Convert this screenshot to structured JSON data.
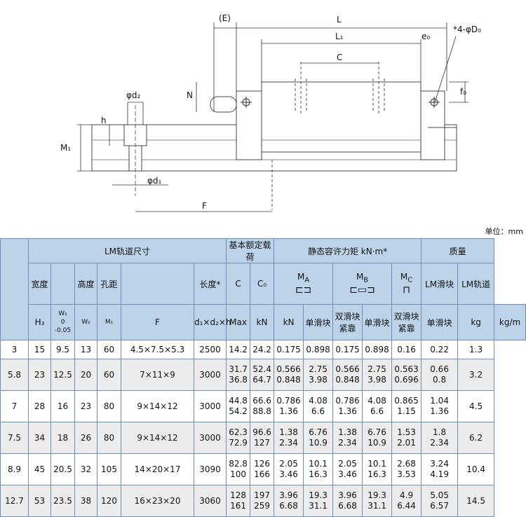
{
  "drawing": {
    "labels": {
      "E": "(E)",
      "L": "L",
      "L1": "L₁",
      "e0": "e₀",
      "holes": "*4-φD₀",
      "C": "C",
      "d2": "φd₂",
      "N": "N",
      "f0": "f₀",
      "h": "h",
      "M1": "M₁",
      "d1": "φd₁",
      "F": "F"
    }
  },
  "unit": "单位：mm",
  "table": {
    "group_rail": "LM轨道尺寸",
    "group_load": "基本额定载荷",
    "group_moment": "静态容许力矩 kN·m*",
    "group_mass": "质量",
    "lbl_width": "宽度",
    "lbl_height": "高度",
    "lbl_pitch": "孔距",
    "lbl_length": "长度*",
    "lbl_C": "C",
    "lbl_C0": "C₀",
    "lbl_MA": "M",
    "lbl_MA_sub": "A",
    "lbl_MB": "M",
    "lbl_MB_sub": "B",
    "lbl_MC": "M",
    "lbl_MC_sub": "C",
    "lbl_lm_block": "LM滑块",
    "lbl_lm_rail": "LM轨道",
    "lbl_H3": "H₃",
    "lbl_W1": "W₁",
    "lbl_W1_tol_a": "0",
    "lbl_W1_tol_b": "-0.05",
    "lbl_W2": "W₂",
    "lbl_M1": "M₁",
    "lbl_F": "F",
    "lbl_d": "d₁×d₂×h",
    "lbl_max": "Max",
    "lbl_kN_1": "kN",
    "lbl_kN_2": "kN",
    "lbl_single_1": "单滑块",
    "lbl_double_1a": "双滑块",
    "lbl_double_1b": "紧靠",
    "lbl_single_2": "单滑块",
    "lbl_double_2a": "双滑块",
    "lbl_double_2b": "紧靠",
    "lbl_single_3": "单滑块",
    "lbl_kg": "kg",
    "lbl_kgm": "kg/m",
    "rows": [
      {
        "H3": "3",
        "W1": "15",
        "W2": "9.5",
        "M1": "13",
        "F": "60",
        "d": "4.5×7.5×5.3",
        "max": "2500",
        "C": [
          "14.2"
        ],
        "C0": [
          "24.2"
        ],
        "MA1": [
          "0.175"
        ],
        "MA2": [
          "0.898"
        ],
        "MB1": [
          "0.175"
        ],
        "MB2": [
          "0.898"
        ],
        "MC": [
          "0.16"
        ],
        "kg": [
          "0.22"
        ],
        "kgm": "1.3"
      },
      {
        "H3": "5.8",
        "W1": "23",
        "W2": "12.5",
        "M1": "20",
        "F": "60",
        "d": "7×11×9",
        "max": "3000",
        "C": [
          "31.7",
          "36.8"
        ],
        "C0": [
          "52.4",
          "64.7"
        ],
        "MA1": [
          "0.566",
          "0.848"
        ],
        "MA2": [
          "2.75",
          "3.98"
        ],
        "MB1": [
          "0.566",
          "0.848"
        ],
        "MB2": [
          "2.75",
          "3.98"
        ],
        "MC": [
          "0.563",
          "0.696"
        ],
        "kg": [
          "0.66",
          "0.8"
        ],
        "kgm": "3.2"
      },
      {
        "H3": "7",
        "W1": "28",
        "W2": "16",
        "M1": "23",
        "F": "80",
        "d": "9×14×12",
        "max": "3000",
        "C": [
          "44.8",
          "54.2"
        ],
        "C0": [
          "66.6",
          "88.8"
        ],
        "MA1": [
          "0.786",
          "1.36"
        ],
        "MA2": [
          "4.08",
          "6.6"
        ],
        "MB1": [
          "0.786",
          "1.36"
        ],
        "MB2": [
          "4.08",
          "6.6"
        ],
        "MC": [
          "0.865",
          "1.15"
        ],
        "kg": [
          "1.04",
          "1.36"
        ],
        "kgm": "4.5"
      },
      {
        "H3": "7.5",
        "W1": "34",
        "W2": "18",
        "M1": "26",
        "F": "80",
        "d": "9×14×12",
        "max": "3000",
        "C": [
          "62.3",
          "72.9"
        ],
        "C0": [
          "96.6",
          "127"
        ],
        "MA1": [
          "1.38",
          "2.34"
        ],
        "MA2": [
          "6.76",
          "10.9"
        ],
        "MB1": [
          "1.38",
          "2.34"
        ],
        "MB2": [
          "6.76",
          "10.9"
        ],
        "MC": [
          "1.53",
          "2.01"
        ],
        "kg": [
          "1.8",
          "2.34"
        ],
        "kgm": "6.2"
      },
      {
        "H3": "8.9",
        "W1": "45",
        "W2": "20.5",
        "M1": "32",
        "F": "105",
        "d": "14×20×17",
        "max": "3090",
        "C": [
          "82.8",
          "100"
        ],
        "C0": [
          "126",
          "166"
        ],
        "MA1": [
          "2.05",
          "3.46"
        ],
        "MA2": [
          "10.1",
          "16.3"
        ],
        "MB1": [
          "2.05",
          "3.46"
        ],
        "MB2": [
          "10.1",
          "16.3"
        ],
        "MC": [
          "2.68",
          "3.53"
        ],
        "kg": [
          "3.24",
          "4.19"
        ],
        "kgm": "10.4"
      },
      {
        "H3": "12.7",
        "W1": "53",
        "W2": "23.5",
        "M1": "38",
        "F": "120",
        "d": "16×23×20",
        "max": "3060",
        "C": [
          "128",
          "161"
        ],
        "C0": [
          "197",
          "259"
        ],
        "MA1": [
          "3.96",
          "6.68"
        ],
        "MA2": [
          "19.3",
          "31.1"
        ],
        "MB1": [
          "3.96",
          "6.68"
        ],
        "MB2": [
          "19.3",
          "31.1"
        ],
        "MC": [
          "4.9",
          "6.44"
        ],
        "kg": [
          "5.05",
          "6.57"
        ],
        "kgm": "14.5"
      }
    ]
  }
}
